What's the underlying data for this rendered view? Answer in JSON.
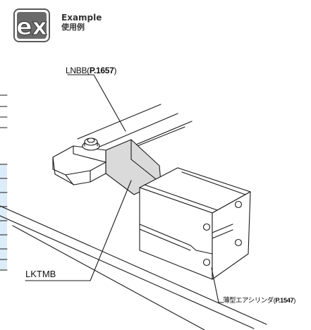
{
  "badge": {
    "mark": "ex",
    "title": "Example",
    "subtitle": "使用例"
  },
  "labels": {
    "lnbb_part": "LNBB",
    "lnbb_open": "(",
    "lnbb_page": "P.1657",
    "lnbb_close": ")",
    "lktmb": "LKTMB",
    "cylinder_part": "薄型エアシリンダ",
    "cylinder_open": "(",
    "cylinder_page": "P.1547",
    "cylinder_close": ")"
  },
  "colors": {
    "line": "#1a1a1a",
    "highlight": "#dadada",
    "table_tint": "#dcecf8"
  }
}
